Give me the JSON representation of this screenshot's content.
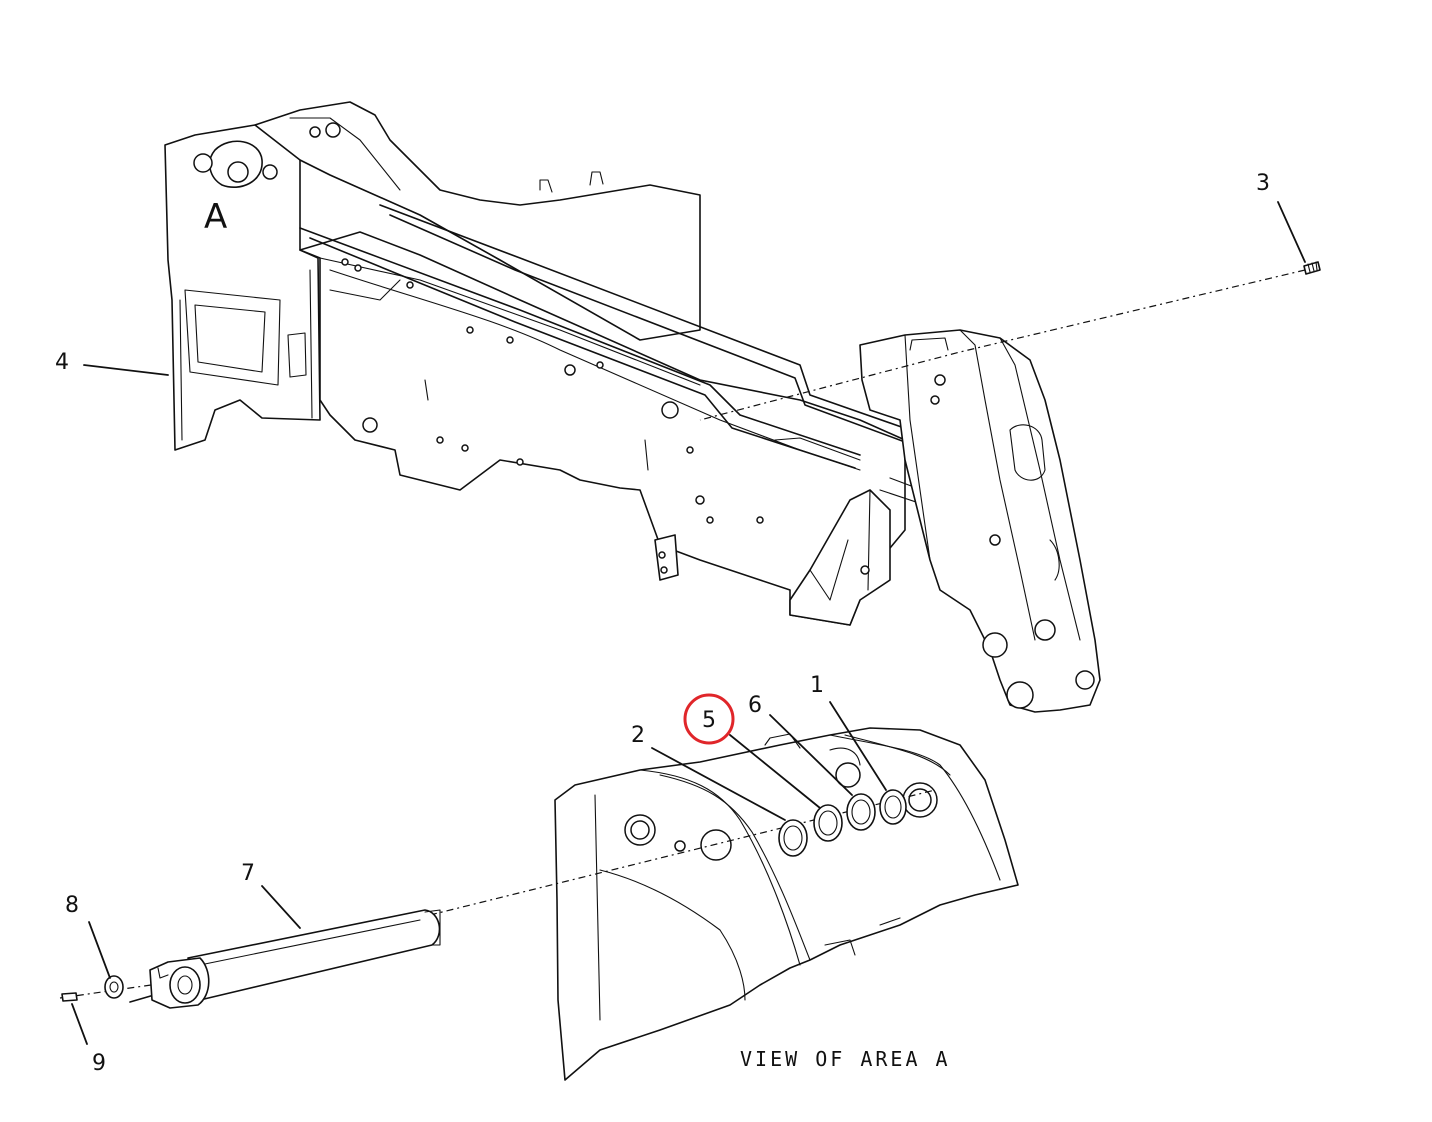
{
  "area_marker": "A",
  "caption": "VIEW OF AREA A",
  "highlight_color": "#e0262a",
  "callouts": {
    "c1": "1",
    "c2": "2",
    "c3": "3",
    "c4": "4",
    "c5": "5",
    "c6": "6",
    "c7": "7",
    "c8": "8",
    "c9": "9"
  },
  "highlighted_callout": "5"
}
